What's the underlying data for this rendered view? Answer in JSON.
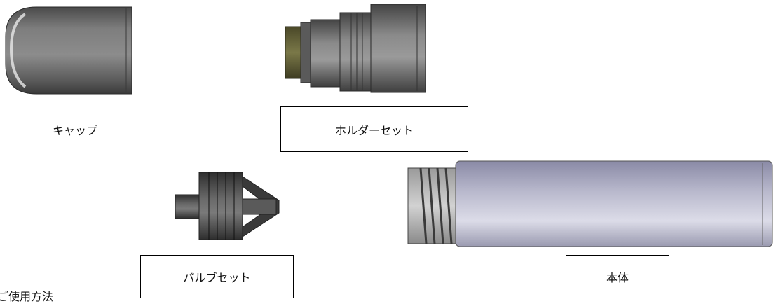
{
  "parts": {
    "cap": {
      "label": "キャップ"
    },
    "holder_set": {
      "label": "ホルダーセット"
    },
    "valve_set": {
      "label": "バルブセット"
    },
    "body": {
      "label": "本体"
    }
  },
  "footer": {
    "partial_text": "ご使用方法"
  },
  "colors": {
    "steel_dark": "#3c3c3c",
    "steel_mid": "#8a8a8a",
    "steel_light": "#d6d6d6",
    "body_blue": "#b4b4c8",
    "thread_olive": "#6b6a3a"
  }
}
